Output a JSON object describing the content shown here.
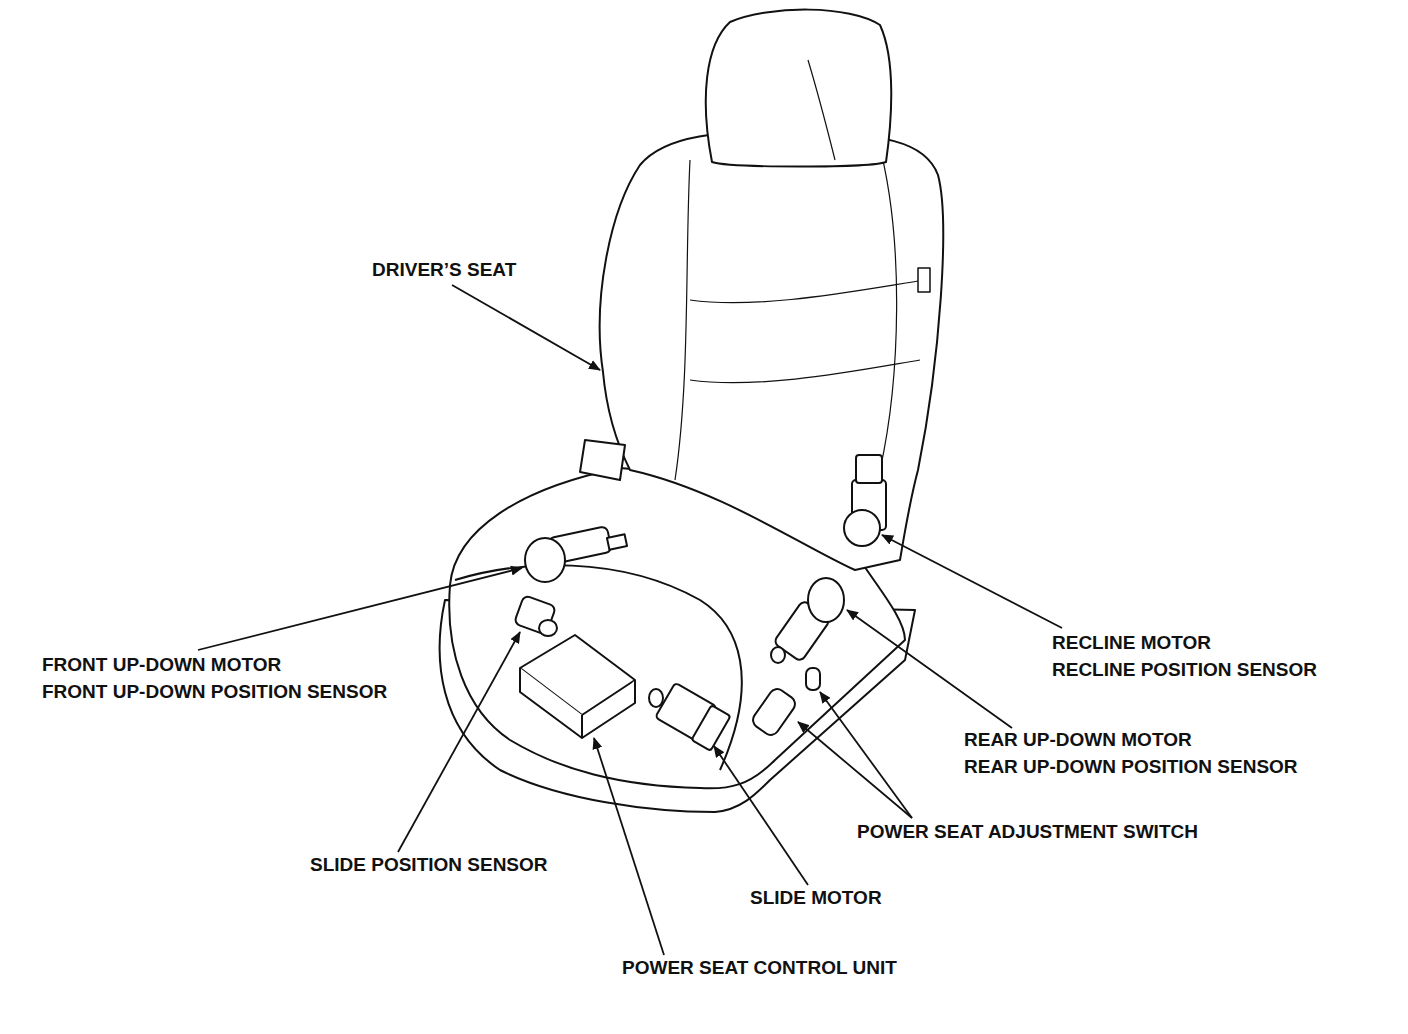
{
  "diagram": {
    "labels": [
      "DRIVER’S SEAT",
      "RECLINE MOTOR",
      "RECLINE POSITION SENSOR",
      "FRONT UP-DOWN MOTOR",
      "FRONT UP-DOWN POSITION SENSOR",
      "REAR UP-DOWN MOTOR",
      "REAR UP-DOWN POSITION SENSOR",
      "POWER SEAT ADJUSTMENT SWITCH",
      "SLIDE POSITION SENSOR",
      "SLIDE MOTOR",
      "POWER SEAT CONTROL UNIT"
    ]
  }
}
